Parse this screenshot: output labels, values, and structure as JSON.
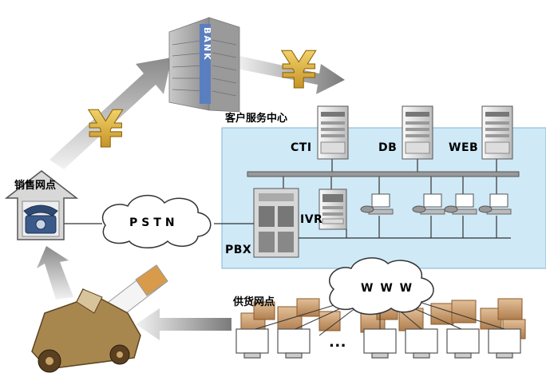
{
  "labels": {
    "bank_sign": "BANK",
    "call_center": "客户服务中心",
    "cti": "CTI",
    "db": "DB",
    "web": "WEB",
    "ivr": "IVR",
    "pbx": "PBX",
    "pstn": "PSTN",
    "sales_point": "销售网点",
    "supply_point": "供货网点",
    "www": "W W W",
    "ellipsis": "..."
  },
  "currency_symbol": "¥",
  "colors": {
    "call_center_panel": "#cfe9f7",
    "arrow_gray": "#9a9a9a",
    "currency_gold": "#d9a520",
    "bank_blue": "#5a7fc0",
    "phone_blue": "#3a5a8a"
  },
  "icons": [
    "bank-building",
    "yen-symbol",
    "server",
    "telephone",
    "pbx-cabinet",
    "ivr-unit",
    "computer-monitor",
    "cargo-boxes",
    "cargo-truck",
    "cigarette"
  ]
}
